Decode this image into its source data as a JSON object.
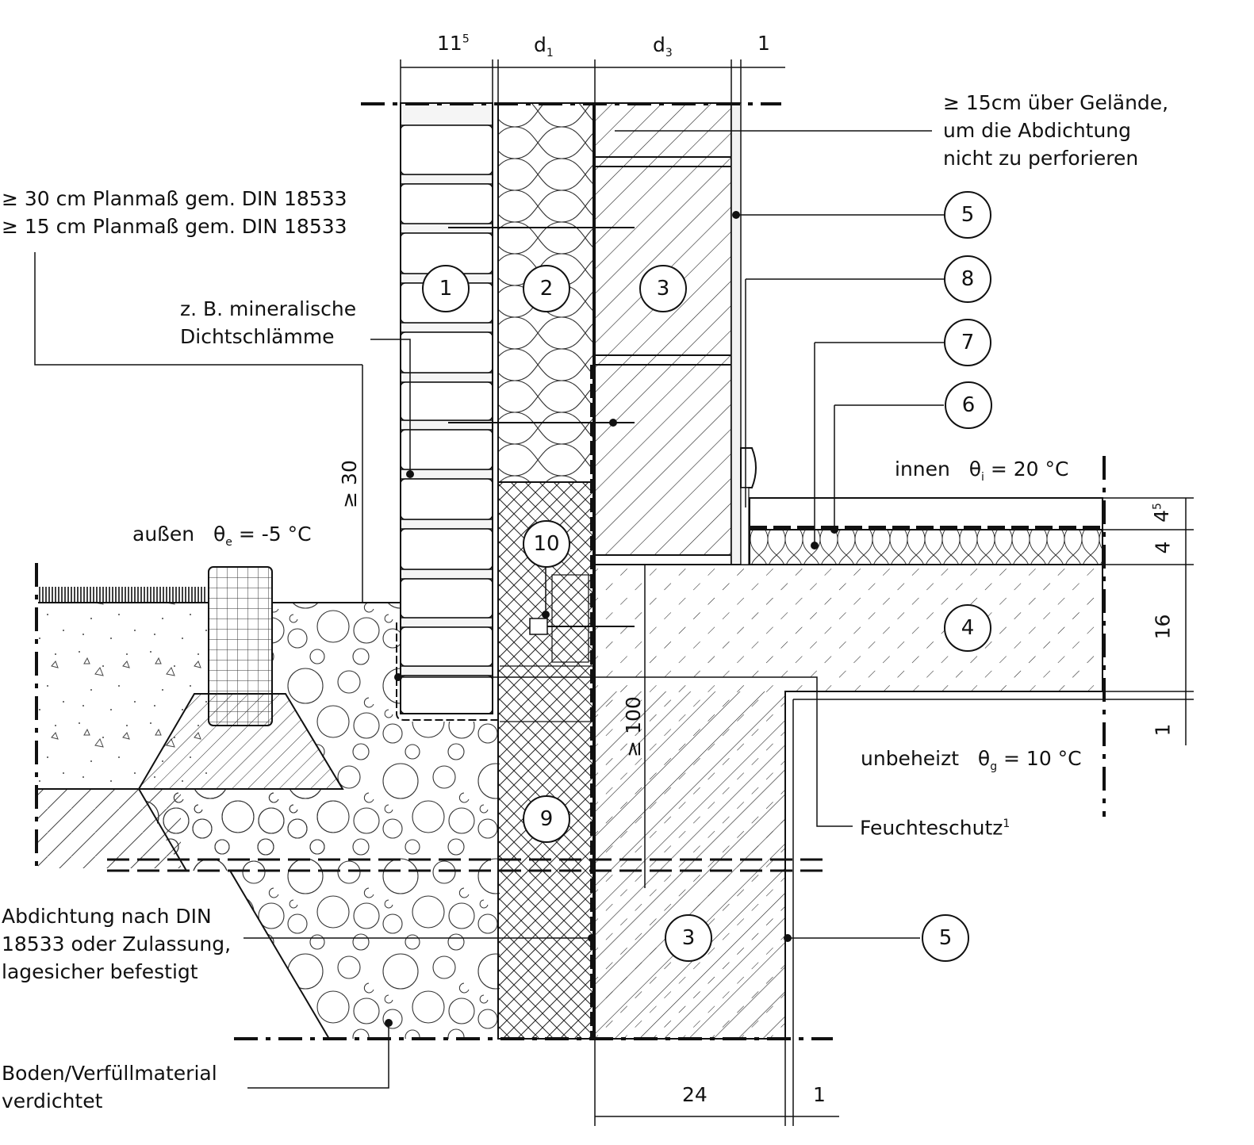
{
  "dimensions": {
    "top_1": "11",
    "top_1_sup": "5",
    "top_2": "d",
    "top_2_sub": "1",
    "top_3": "d",
    "top_3_sub": "3",
    "top_4": "1",
    "bottom_1": "24",
    "bottom_2": "1",
    "right_1": "4",
    "right_1_sup": "5",
    "right_2": "4",
    "right_3": "16",
    "right_4": "1",
    "min_30": "≥ 30",
    "min_100": "≥ 100"
  },
  "labels": {
    "above_ground": [
      "≥ 15cm über Gelände,",
      "um die Abdichtung",
      "nicht zu perforieren"
    ],
    "planmass": [
      "≥ 30 cm Planmaß gem. DIN 18533",
      "≥ 15 cm  Planmaß gem. DIN 18533"
    ],
    "dichtschlamme": [
      "z. B. mineralische",
      "Dichtschlämme"
    ],
    "innen": "innen",
    "innen_temp": "θ",
    "innen_temp_sub": "i",
    "innen_temp_val": " = 20 °C",
    "aussen": "außen",
    "aussen_temp": "θ",
    "aussen_temp_sub": "e",
    "aussen_temp_val": " = -5 °C",
    "unbeheizt": "unbeheizt",
    "unbeheizt_temp": "θ",
    "unbeheizt_temp_sub": "g",
    "unbeheizt_temp_val": " = 10 °C",
    "feuchteschutz": "Feuchteschutz",
    "feuchteschutz_sup": "1",
    "abdichtung": [
      "Abdichtung nach DIN",
      "18533 oder Zulassung,",
      "lagesicher befestigt"
    ],
    "boden": [
      "Boden/Verfüllmaterial",
      "verdichtet"
    ]
  },
  "markers": [
    "1",
    "2",
    "3",
    "4",
    "5",
    "6",
    "7",
    "8",
    "9",
    "10"
  ],
  "markers_extra": {
    "m3b": "3",
    "m5b": "5"
  },
  "colors": {
    "ink": "#111111",
    "paper": "#ffffff",
    "fill_light": "#f2f2f2"
  }
}
